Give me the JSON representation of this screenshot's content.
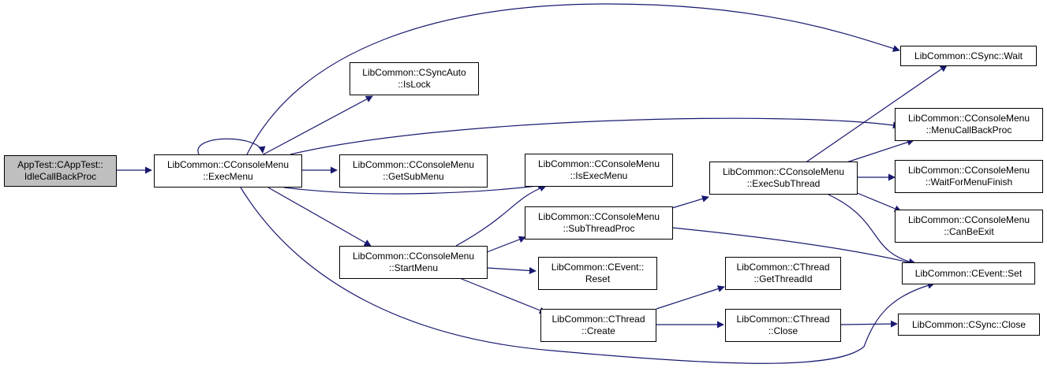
{
  "colors": {
    "edge": "#191970",
    "node_border": "#000000",
    "root_fill": "#bfbfbf",
    "node_fill": "#ffffff"
  },
  "nodes": {
    "root": {
      "line1": "AppTest::CAppTest::",
      "line2": "IdleCallBackProc"
    },
    "exec_menu": {
      "line1": "LibCommon::CConsoleMenu",
      "line2": "::ExecMenu"
    },
    "is_lock": {
      "line1": "LibCommon::CSyncAuto",
      "line2": "::IsLock"
    },
    "get_sub_menu": {
      "line1": "LibCommon::CConsoleMenu",
      "line2": "::GetSubMenu"
    },
    "is_exec_menu": {
      "line1": "LibCommon::CConsoleMenu",
      "line2": "::IsExecMenu"
    },
    "start_menu": {
      "line1": "LibCommon::CConsoleMenu",
      "line2": "::StartMenu"
    },
    "sub_thread_proc": {
      "line1": "LibCommon::CConsoleMenu",
      "line2": "::SubThreadProc"
    },
    "event_reset": {
      "line1": "LibCommon::CEvent::",
      "line2": "Reset"
    },
    "thread_create": {
      "line1": "LibCommon::CThread",
      "line2": "::Create"
    },
    "exec_sub_thread": {
      "line1": "LibCommon::CConsoleMenu",
      "line2": "::ExecSubThread"
    },
    "get_thread_id": {
      "line1": "LibCommon::CThread",
      "line2": "::GetThreadId"
    },
    "thread_close": {
      "line1": "LibCommon::CThread",
      "line2": "::Close"
    },
    "sync_wait": {
      "line1": "LibCommon::CSync::Wait"
    },
    "menu_callback": {
      "line1": "LibCommon::CConsoleMenu",
      "line2": "::MenuCallBackProc"
    },
    "wait_finish": {
      "line1": "LibCommon::CConsoleMenu",
      "line2": "::WaitForMenuFinish"
    },
    "can_be_exit": {
      "line1": "LibCommon::CConsoleMenu",
      "line2": "::CanBeExit"
    },
    "event_set": {
      "line1": "LibCommon::CEvent::Set"
    },
    "sync_close": {
      "line1": "LibCommon::CSync::Close"
    }
  }
}
